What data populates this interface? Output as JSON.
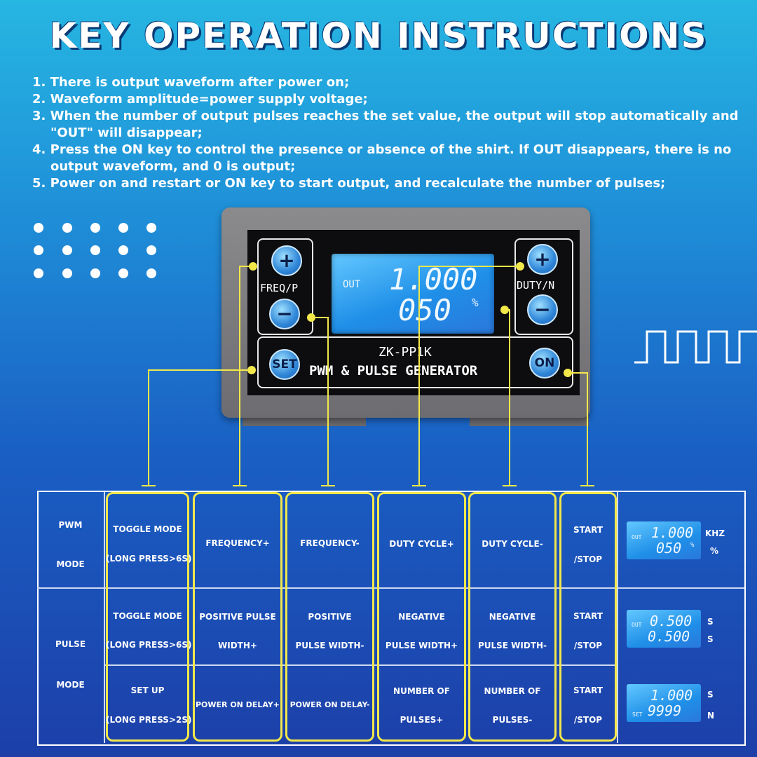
{
  "title": "KEY OPERATION INSTRUCTIONS",
  "instructions": [
    "1. There is output waveform after power on;",
    "2. Waveform amplitude=power supply voltage;",
    "3. When the number of output pulses reaches the set value, the output will stop automatically and \"OUT\" will disappear;",
    "4. Press the ON key to control the presence or absence of the shirt. If OUT disappears, there is no output waveform, and 0 is output;",
    "5. Power on and restart or ON key to start output, and recalculate the number of pulses;"
  ],
  "device": {
    "plus": "+",
    "minus": "−",
    "freq_label": "FREQ/P",
    "duty_label": "DUTY/N",
    "set_label": "SET",
    "on_label": "ON",
    "model": "ZK-PP1K",
    "subtitle": "PWM & PULSE GENERATOR",
    "lcd": {
      "out": "OUT",
      "line1": "1.000",
      "line2": "050",
      "unit": "%"
    }
  },
  "table": {
    "pwm": {
      "mode_l1": "PWM",
      "mode_l2": "MODE",
      "set_l1": "TOGGLE MODE",
      "set_l2": "(LONG PRESS>6S)",
      "freq_plus": "FREQUENCY+",
      "freq_minus": "FREQUENCY-",
      "duty_plus": "DUTY CYCLE+",
      "duty_minus": "DUTY CYCLE-",
      "on_l1": "START",
      "on_l2": "/STOP",
      "lcd_out": "OUT",
      "lcd_l1": "1.000",
      "lcd_l2": "050",
      "lcd_pct": "%",
      "unit1": "KHZ",
      "unit2": "%"
    },
    "pulse": {
      "mode_l1": "PULSE",
      "mode_l2": "MODE",
      "set_l1": "TOGGLE MODE",
      "set_l2": "(LONG PRESS>6S)",
      "freq_plus_l1": "POSITIVE PULSE",
      "freq_plus_l2": "WIDTH+",
      "freq_minus_l1": "POSITIVE",
      "freq_minus_l2": "PULSE WIDTH-",
      "duty_plus_l1": "NEGATIVE",
      "duty_plus_l2": "PULSE WIDTH+",
      "duty_minus_l1": "NEGATIVE",
      "duty_minus_l2": "PULSE WIDTH-",
      "on_l1": "START",
      "on_l2": "/STOP",
      "lcd_out": "OUT",
      "lcd_l1": "0.500",
      "lcd_l2": "0.500",
      "unit1": "S",
      "unit2": "S"
    },
    "setup": {
      "set_l1": "SET UP",
      "set_l2": "(LONG PRESS>2S)",
      "freq_plus": "POWER ON DELAY+",
      "freq_minus": "POWER ON DELAY-",
      "duty_plus_l1": "NUMBER OF",
      "duty_plus_l2": "PULSES+",
      "duty_minus_l1": "NUMBER OF",
      "duty_minus_l2": "PULSES-",
      "on_l1": "START",
      "on_l2": "/STOP",
      "lcd_set": "SET",
      "lcd_l1": "1.000",
      "lcd_l2": "9999",
      "unit1": "S",
      "unit2": "N"
    }
  }
}
